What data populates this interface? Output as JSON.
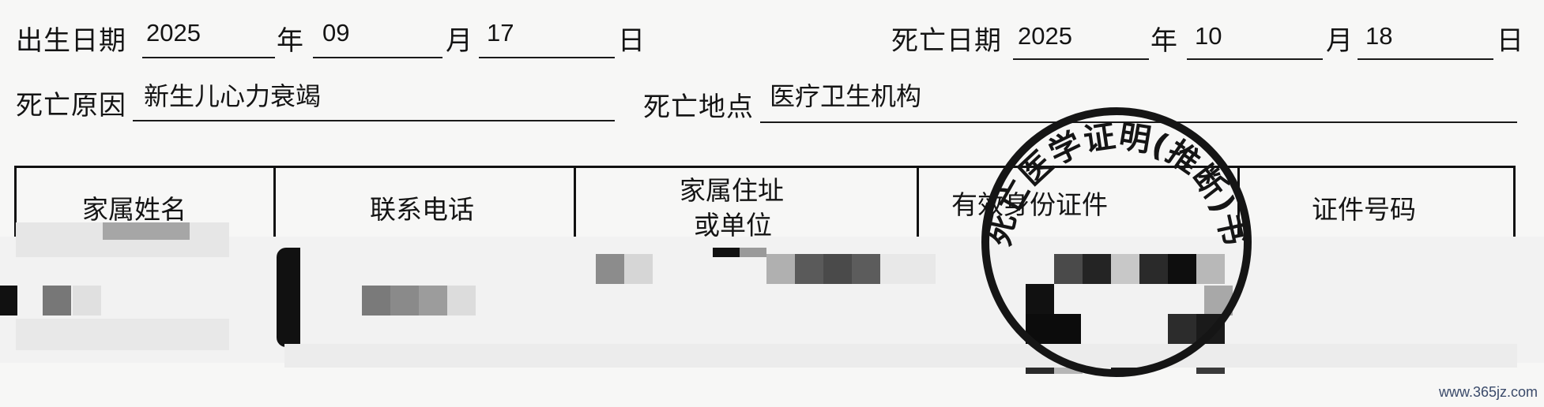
{
  "birth": {
    "label": "出生日期",
    "year": "2025",
    "year_unit": "年",
    "month": "09",
    "month_unit": "月",
    "day": "17",
    "day_unit": "日"
  },
  "death": {
    "label": "死亡日期",
    "year": "2025",
    "year_unit": "年",
    "month": "10",
    "month_unit": "月",
    "day": "18",
    "day_unit": "日"
  },
  "cause": {
    "label": "死亡原因",
    "value": "新生儿心力衰竭"
  },
  "place": {
    "label": "死亡地点",
    "value": "医疗卫生机构"
  },
  "table": {
    "headers": [
      "家属姓名",
      "联系电话",
      "家属住址",
      "或单位",
      "有效身份证件",
      "证件号码"
    ]
  },
  "stamp": {
    "text": "浙江省死亡医学证明(推断)书专用章"
  },
  "watermark": "www.365jz.com"
}
